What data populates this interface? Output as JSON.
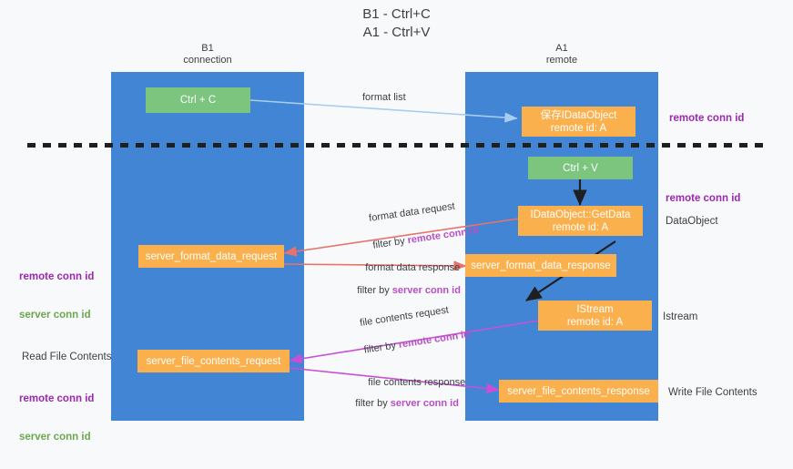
{
  "title": "B1 - Ctrl+C\nA1 - Ctrl+V",
  "columns": [
    {
      "name": "B1\nconnection"
    },
    {
      "name": "A1\nremote"
    }
  ],
  "nodes": {
    "ctrl_c": "Ctrl + C",
    "save_idataobject": "保存IDataObject\nremote id: A",
    "ctrl_v": "Ctrl + V",
    "getdata": "IDataObject::GetData\nremote id: A",
    "server_format_data_request": "server_format_data_request",
    "server_format_data_response": "server_format_data_response",
    "istream": "IStream\nremote id: A",
    "server_file_contents_request": "server_file_contents_request",
    "server_file_contents_response": "server_file_contents_response"
  },
  "edges": {
    "format_list": "format list",
    "format_data_request": "format data request",
    "format_data_request_filter_prefix": "filter by ",
    "format_data_request_filter_key": "remote conn id",
    "format_data_response": "format data response",
    "format_data_response_filter_prefix": "filter by ",
    "format_data_response_filter_key": "server conn id",
    "file_contents_request": "file contents request",
    "file_contents_request_filter_prefix": "filter by ",
    "file_contents_request_filter_key": "remote conn id",
    "file_contents_response": "file contents response",
    "file_contents_response_filter_prefix": "filter by ",
    "file_contents_response_filter_key": "server conn id"
  },
  "annotations": {
    "right_remote_conn_id_top": "remote conn id",
    "right_remote_conn_id_mid": "remote conn id",
    "right_dataobject": "DataObject",
    "right_istream": "Istream",
    "right_write_file_contents": "Write File Contents",
    "left_remote_conn_id": "remote conn id",
    "left_server_conn_id": "server conn id",
    "left_read_file_contents": "Read File Contents",
    "left_remote_conn_id_2": "remote conn id",
    "left_server_conn_id_2": "server conn id"
  },
  "colors": {
    "lane": "#4285d4",
    "green_node": "#7bc57f",
    "orange_node": "#fbb04e",
    "purple_text": "#9c27b0",
    "green_text": "#6aa84f",
    "red_arrow": "#e8736a",
    "magenta_arrow": "#c94fd4",
    "light_blue_arrow": "#a8cdf0",
    "black_arrow": "#1f1f1f",
    "background": "#f8f9fa"
  }
}
